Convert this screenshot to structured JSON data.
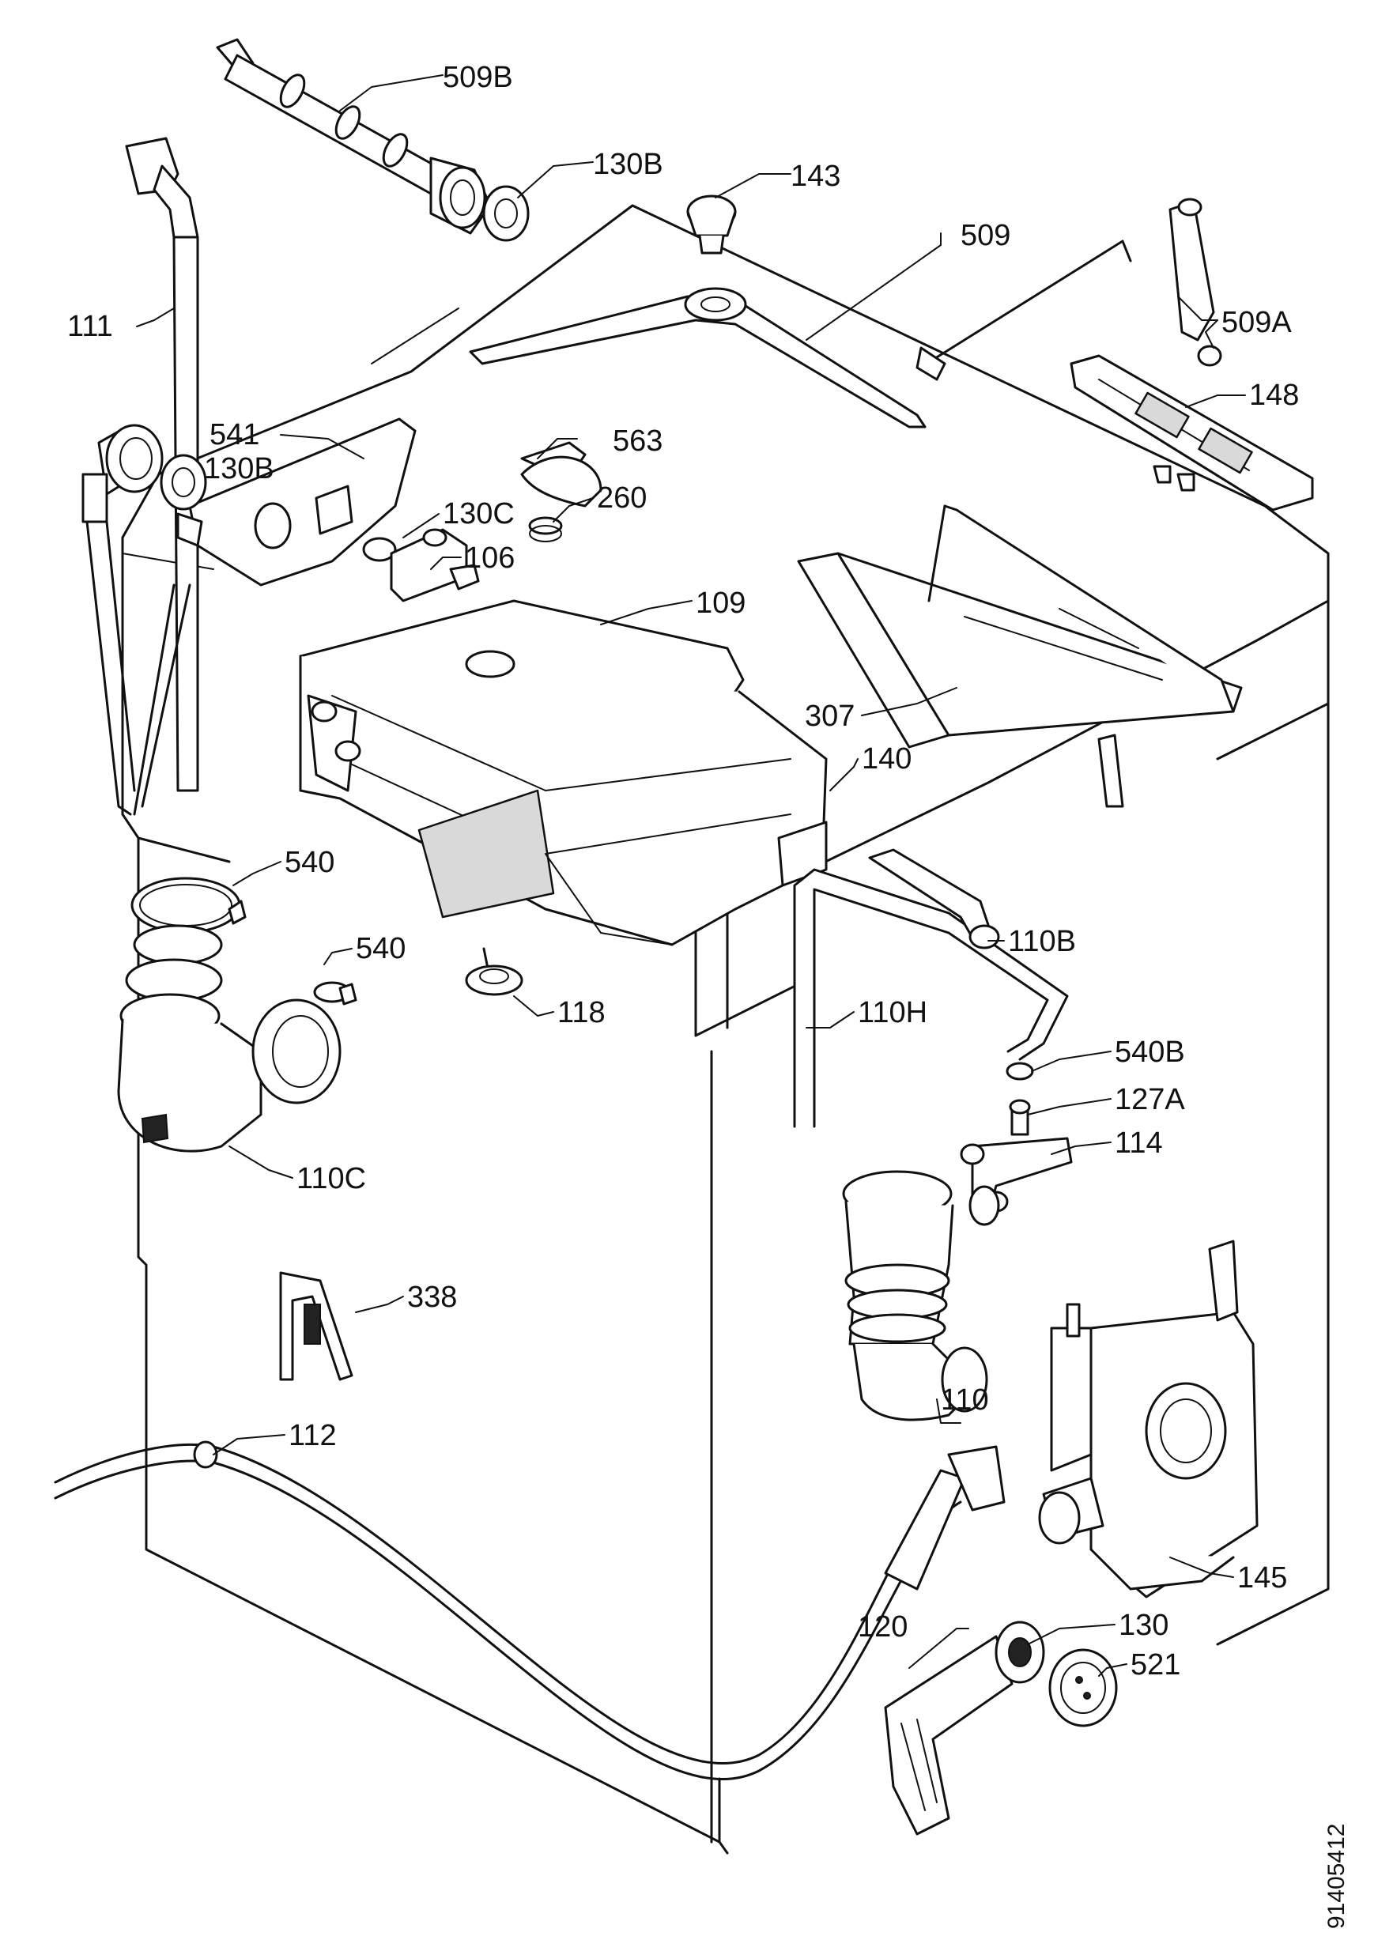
{
  "labels": {
    "l509B_top": "509B",
    "l130B_top": "130B",
    "l143": "143",
    "l509": "509",
    "l509A": "509A",
    "l111": "111",
    "l148": "148",
    "l541": "541",
    "l130B_mid": "130B",
    "l563": "563",
    "l260": "260",
    "l130C": "130C",
    "l106": "106",
    "l109": "109",
    "l307": "307",
    "l140": "140",
    "l540_a": "540",
    "l540_b": "540",
    "l110B": "110B",
    "l118": "118",
    "l110H": "110H",
    "l540B": "540B",
    "l110C": "110C",
    "l127A": "127A",
    "l114": "114",
    "l338": "338",
    "l110": "110",
    "l112": "112",
    "l145": "145",
    "l130": "130",
    "l120": "120",
    "l521": "521"
  },
  "document_number": "91405412"
}
